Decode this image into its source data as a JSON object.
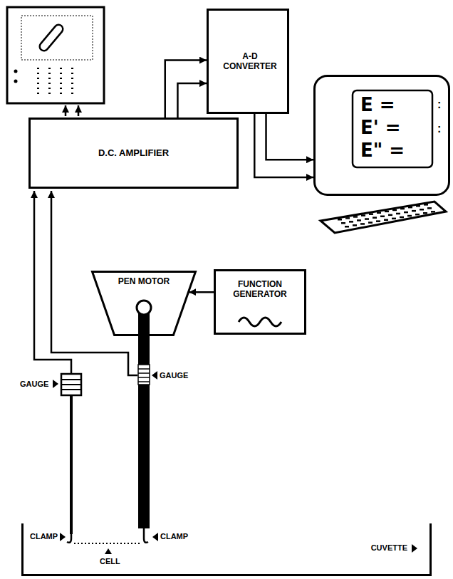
{
  "diagram": {
    "nodes": [
      {
        "text": [
          "A-D CONVERTER"
        ]
      },
      {
        "text": [
          "D.C. AMPLIFIER"
        ]
      },
      {
        "text": [
          "E =",
          "E' =",
          "E\" ="
        ]
      },
      {
        "text": [
          "PEN MOTOR"
        ]
      },
      {
        "text": [
          "FUNCTION GENERATOR"
        ]
      },
      {
        "text": [
          "CUVETTE"
        ]
      }
    ],
    "edges": [
      {
        "from": 1,
        "to": 0,
        "arrow": "to"
      },
      {
        "from": 1,
        "to": 0,
        "arrow": "to"
      },
      {
        "from": 0,
        "to": 2,
        "arrow": "to"
      },
      {
        "from": 0,
        "to": 2,
        "arrow": "to"
      },
      {
        "from": 4,
        "to": 3,
        "arrow": "to"
      }
    ],
    "labels": [
      ":",
      ":",
      "GAUGE",
      "GAUGE",
      "CLAMP",
      "CLAMP",
      "CELL"
    ]
  }
}
